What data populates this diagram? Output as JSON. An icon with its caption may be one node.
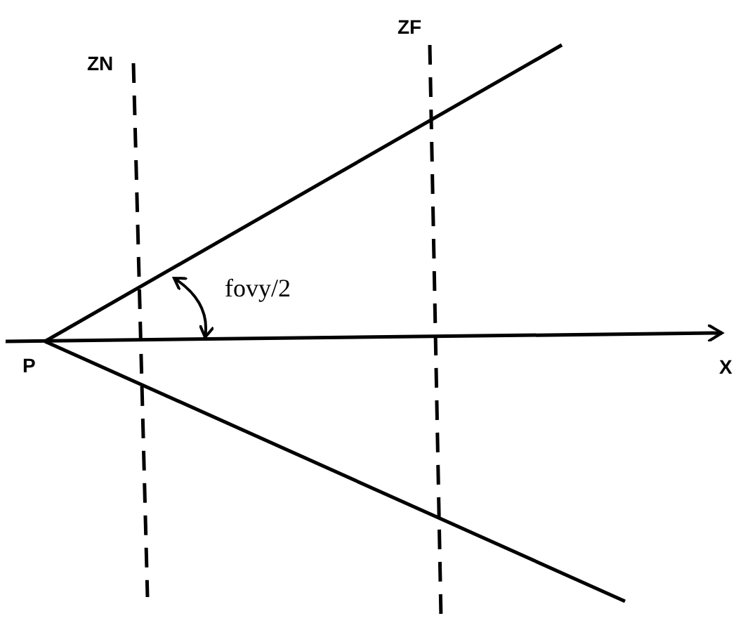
{
  "diagram": {
    "labels": [
      "ZN",
      "ZF",
      "fovy/2",
      "P",
      "X"
    ]
  }
}
